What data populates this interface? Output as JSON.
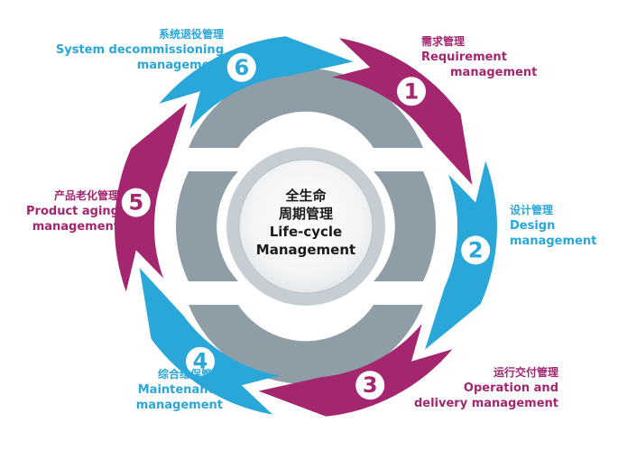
{
  "center": {
    "line1": "全生命",
    "line2": "周期管理",
    "line3": "Life-cycle",
    "line4": "Management"
  },
  "stages": [
    {
      "number": "1",
      "zh": "需求管理",
      "en1": "Requirement",
      "en2": "management",
      "color": "#A3266F"
    },
    {
      "number": "2",
      "zh": "设计管理",
      "en1": "Design",
      "en2": "management",
      "color": "#2AA7D9"
    },
    {
      "number": "3",
      "zh": "运行交付管理",
      "en1": "Operation and",
      "en2": "delivery management",
      "color": "#A3266F"
    },
    {
      "number": "4",
      "zh": "综合维保管理",
      "en1": "Maintenance",
      "en2": "management",
      "color": "#2AA7D9"
    },
    {
      "number": "5",
      "zh": "产品老化管理",
      "en1": "Product aging",
      "en2": "management",
      "color": "#A3266F"
    },
    {
      "number": "6",
      "zh": "系统退役管理",
      "en1": "System decommissioning",
      "en2": "management",
      "color": "#2AA7D9"
    }
  ],
  "colors": {
    "magenta": "#A3266F",
    "cyan": "#2AA7D9",
    "ring_gray": "#8E9DA6",
    "hub_gray": "#C7CED3"
  }
}
